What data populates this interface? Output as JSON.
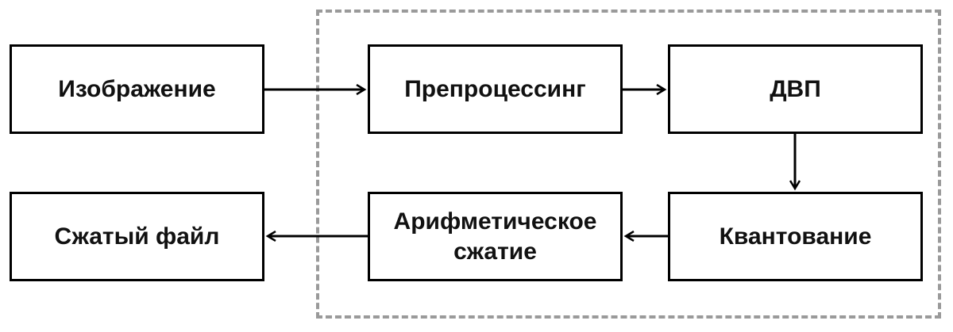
{
  "diagram": {
    "nodes": {
      "image": {
        "label": "Изображение"
      },
      "preprocessing": {
        "label": "Препроцессинг"
      },
      "dwt": {
        "label": "ДВП"
      },
      "quantization": {
        "label": "Квантование"
      },
      "arithmetic": {
        "label": "Арифметическое сжатие"
      },
      "compressed_file": {
        "label": "Сжатый файл"
      }
    },
    "edges": [
      {
        "from": "image",
        "to": "preprocessing"
      },
      {
        "from": "preprocessing",
        "to": "dwt"
      },
      {
        "from": "dwt",
        "to": "quantization"
      },
      {
        "from": "quantization",
        "to": "arithmetic"
      },
      {
        "from": "arithmetic",
        "to": "compressed_file"
      }
    ],
    "colors": {
      "stroke": "#000000",
      "frame": "#9a9a9a",
      "background": "#ffffff"
    }
  }
}
